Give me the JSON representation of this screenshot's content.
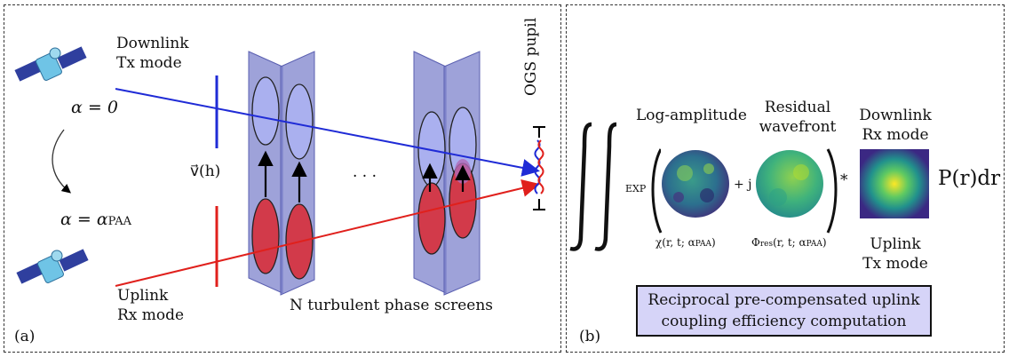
{
  "panel_a": {
    "label": "(a)",
    "downlink_mode": [
      "Downlink",
      "Tx mode"
    ],
    "uplink_mode": [
      "Uplink",
      "Rx mode"
    ],
    "alpha_zero": "α = 0",
    "alpha_paa": "α = α",
    "alpha_paa_sub": "PAA",
    "velocity": "v⃗(h)",
    "ellipsis": "· · ·",
    "screens_caption": "N turbulent phase screens",
    "pupil_label": "OGS pupil"
  },
  "panel_b": {
    "label": "(b)",
    "log_amplitude": "Log-amplitude",
    "residual_wavefront": [
      "Residual",
      "wavefront"
    ],
    "downlink_rx": [
      "Downlink",
      "Rx mode"
    ],
    "uplink_tx": [
      "Uplink",
      "Tx mode"
    ],
    "exp": "EXP",
    "plus_j": "+ j",
    "star": "*",
    "integrand_tail": "P(r)dr",
    "chi_label": "χ(r, t; α",
    "chi_sub": "PAA",
    "phi_label": "Φ",
    "phi_sub_res": "res",
    "phi_args": "(r, t; α",
    "phi_sub": "PAA",
    "note": [
      "Reciprocal pre-compensated uplink",
      "coupling efficiency computation"
    ]
  },
  "colors": {
    "downlink": "#1f2bd6",
    "uplink": "#e0201c",
    "screen": "#7d83cc",
    "note_bg": "#d6d4f8"
  }
}
